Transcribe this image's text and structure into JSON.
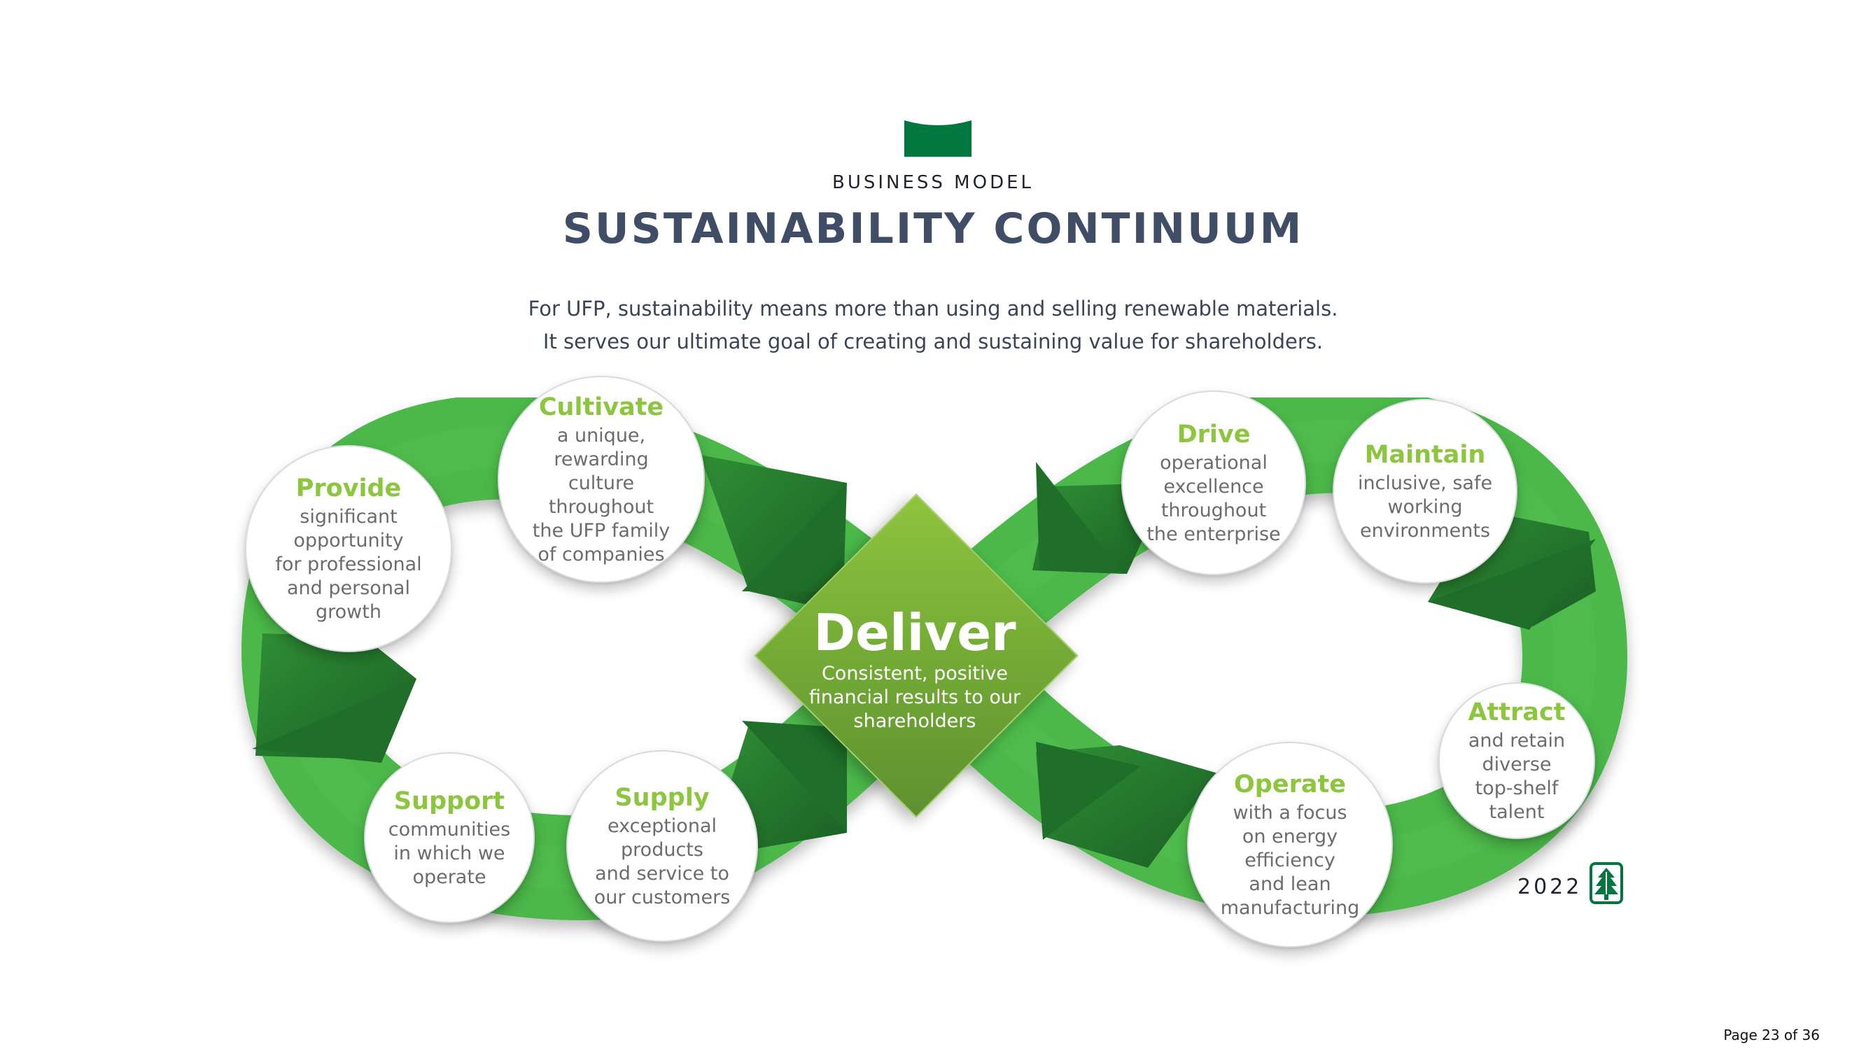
{
  "header": {
    "eyebrow": "BUSINESS MODEL",
    "title": "SUSTAINABILITY CONTINUUM",
    "intro_lines": [
      "For UFP, sustainability means more than using and selling renewable materials.",
      "It serves our ultimate goal of creating and sustaining value for shareholders."
    ]
  },
  "center": {
    "title": "Deliver",
    "lines": [
      "Consistent, positive",
      "financial results to our",
      "shareholders"
    ]
  },
  "nodes": [
    {
      "id": "provide",
      "title": "Provide",
      "lines": [
        "significant",
        "opportunity",
        "for professional",
        "and personal",
        "growth"
      ]
    },
    {
      "id": "cultivate",
      "title": "Cultivate",
      "lines": [
        "a unique,",
        "rewarding",
        "culture",
        "throughout",
        "the UFP family",
        "of companies"
      ]
    },
    {
      "id": "support",
      "title": "Support",
      "lines": [
        "communities",
        "in which we",
        "operate"
      ]
    },
    {
      "id": "supply",
      "title": "Supply",
      "lines": [
        "exceptional",
        "products",
        "and service to",
        "our customers"
      ]
    },
    {
      "id": "drive",
      "title": "Drive",
      "lines": [
        "operational",
        "excellence",
        "throughout",
        "the enterprise"
      ]
    },
    {
      "id": "maintain",
      "title": "Maintain",
      "lines": [
        "inclusive, safe",
        "working",
        "environments"
      ]
    },
    {
      "id": "attract",
      "title": "Attract",
      "lines": [
        "and retain",
        "diverse",
        "top-shelf",
        "talent"
      ]
    },
    {
      "id": "operate",
      "title": "Operate",
      "lines": [
        "with a focus",
        "on energy",
        "efficiency",
        "and lean",
        "manufacturing"
      ]
    }
  ],
  "footer": {
    "year": "2022",
    "page": "Page 23 of 36"
  },
  "colors": {
    "brand_green": "#00773f",
    "accent_green": "#8cc63e",
    "loop_green": "#4cb848",
    "dark_green": "#1e6b2a",
    "title_navy": "#3f4d66"
  },
  "icons": {
    "brand": "green-banner-icon",
    "logo": "tree-logo-icon"
  }
}
